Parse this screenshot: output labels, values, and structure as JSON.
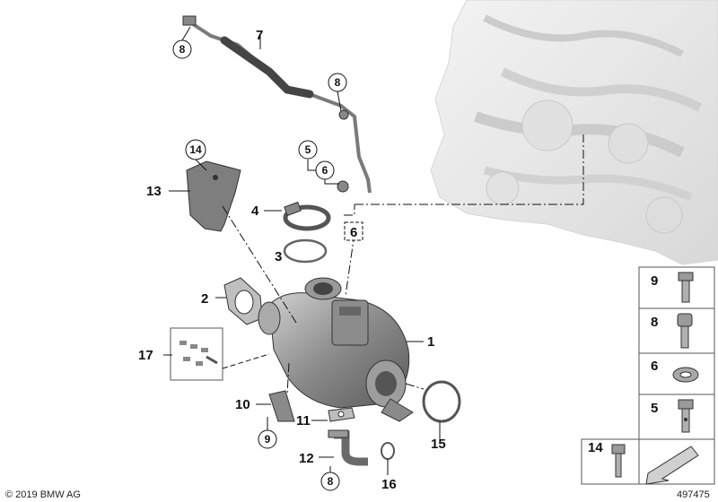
{
  "callouts": {
    "c1": "1",
    "c2": "2",
    "c3": "3",
    "c4": "4",
    "c6": "6",
    "c7": "7",
    "c10": "10",
    "c11": "11",
    "c12": "12",
    "c13": "13",
    "c15": "15",
    "c16": "16",
    "c17": "17"
  },
  "circled": {
    "c8a": "8",
    "c8b": "8",
    "c8c": "8",
    "c5": "5",
    "c6a": "6",
    "c9": "9",
    "c14": "14"
  },
  "legend": {
    "items": [
      {
        "number": "9",
        "part": "bolt"
      },
      {
        "number": "8",
        "part": "hex-socket screw"
      },
      {
        "number": "6",
        "part": "sealing ring"
      },
      {
        "number": "5",
        "part": "hollow bolt"
      },
      {
        "number": "14",
        "part": "torx bolt"
      }
    ]
  },
  "footer": {
    "copyright": "© 2019 BMW AG",
    "diagram_id": "497475"
  },
  "colors": {
    "line": "#111111",
    "part_fill": "#9a9a9a",
    "engine_fill": "#e6e6e6",
    "panel_border": "#555555"
  }
}
